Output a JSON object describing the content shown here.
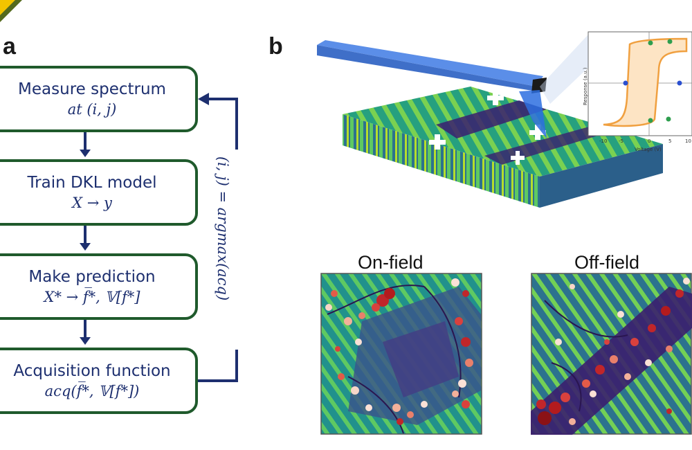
{
  "panel_a": {
    "label": "a",
    "steps": [
      {
        "line1": "Measure spectrum",
        "line2": "at (i, j)"
      },
      {
        "line1": "Train DKL model",
        "line2": "X → y"
      },
      {
        "line1": "Make prediction",
        "line2": "X* → f̅*, 𝕍[f*]"
      },
      {
        "line1": "Acquisition function",
        "line2": "acq(f̅*, 𝕍[f*])"
      }
    ],
    "loop_label": "(i, j) = argmax(acq)"
  },
  "panel_b": {
    "label": "b",
    "inset_plot": {
      "xlabel": "Voltage (V)",
      "ylabel": "Response (a.u.)",
      "x_ticks": [
        "-10",
        "-5",
        "0",
        "5",
        "10"
      ]
    },
    "maps": [
      {
        "title": "On-field"
      },
      {
        "title": "Off-field"
      }
    ]
  },
  "colors": {
    "box_border": "#1f5a2c",
    "text_navy": "#1d2f6f",
    "hysteresis": "#f0a040",
    "hysteresis_fill": "#fde4c4",
    "cantilever": "#5b8ee8"
  }
}
